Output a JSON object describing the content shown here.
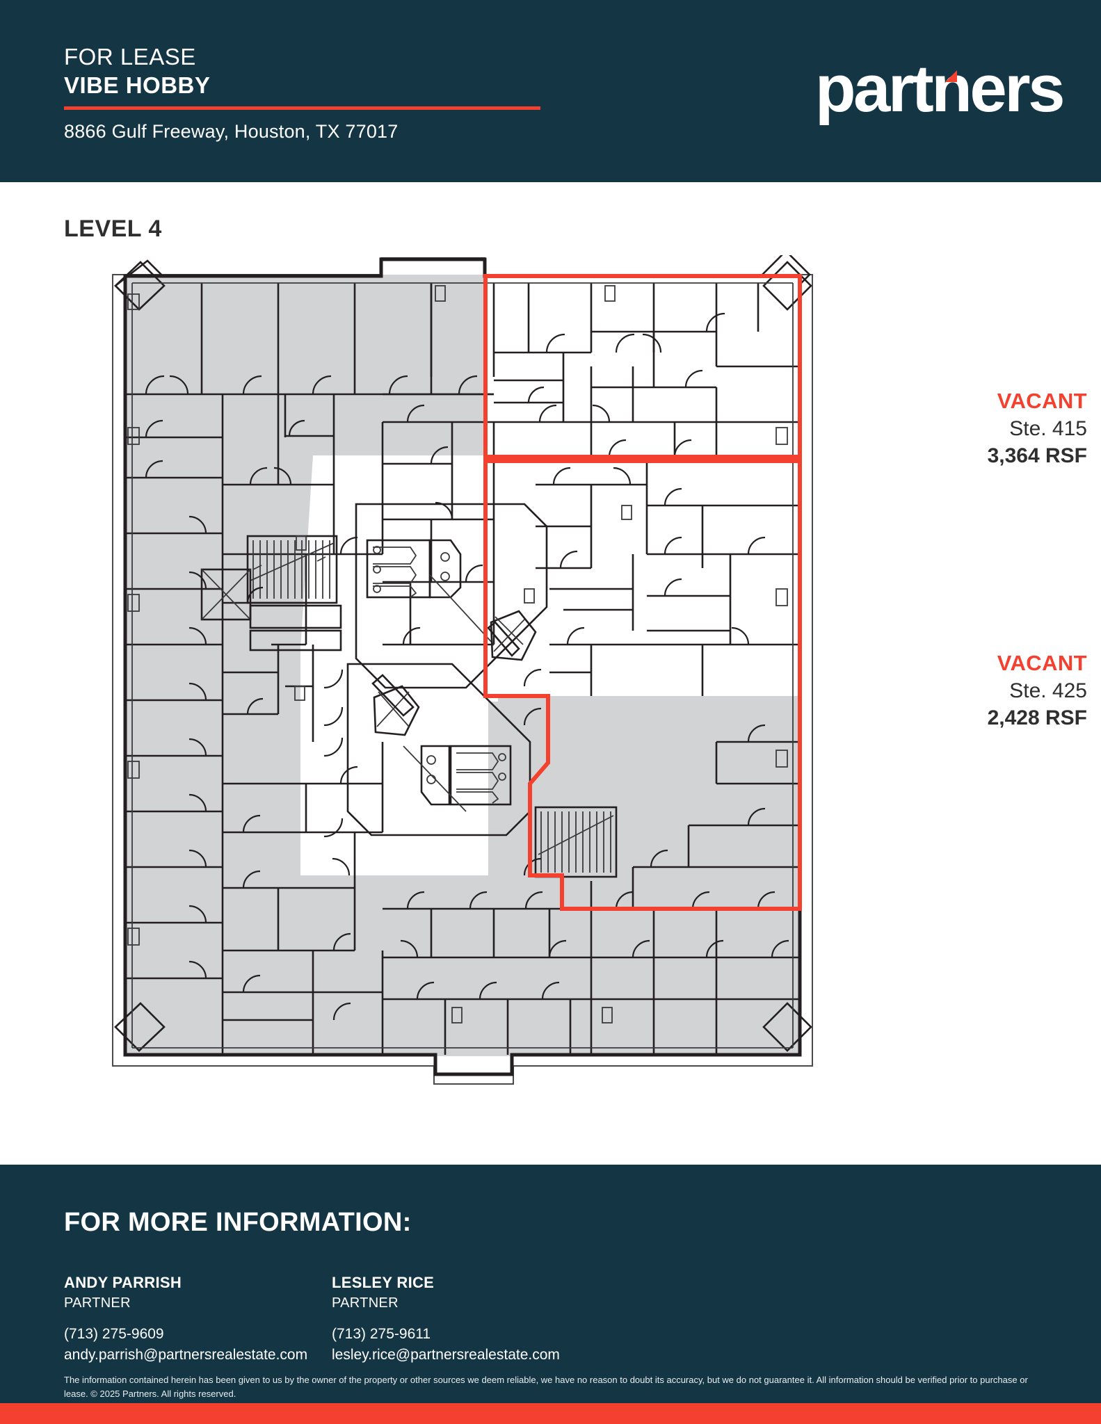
{
  "header": {
    "eyebrow": "FOR LEASE",
    "property_name": "VIBE HOBBY",
    "address": "8866 Gulf Freeway, Houston, TX 77017",
    "logo_text": "partners",
    "brand_navy": "#143544",
    "brand_red": "#f4402e"
  },
  "plan": {
    "level_label": "LEVEL 4",
    "leased_fill": "#d2d3d5",
    "vacant_fill": "#ffffff",
    "wall_color": "#231f20",
    "highlight_color": "#f4402e"
  },
  "callouts": [
    {
      "status": "VACANT",
      "suite": "Ste. 415",
      "area": "3,364 RSF"
    },
    {
      "status": "VACANT",
      "suite": "Ste. 425",
      "area": "2,428 RSF"
    }
  ],
  "footer": {
    "title": "FOR MORE INFORMATION:",
    "contacts": [
      {
        "name": "ANDY PARRISH",
        "role": "PARTNER",
        "phone": "(713) 275-9609",
        "email": "andy.parrish@partnersrealestate.com"
      },
      {
        "name": "LESLEY RICE",
        "role": "PARTNER",
        "phone": "(713) 275-9611",
        "email": "lesley.rice@partnersrealestate.com"
      }
    ],
    "disclaimer": "The information contained herein has been given to us by the owner of the property or other sources we deem reliable, we have no reason to doubt its accuracy, but we do not guarantee it. All information should be verified prior to purchase or lease. © 2025 Partners. All rights reserved."
  }
}
